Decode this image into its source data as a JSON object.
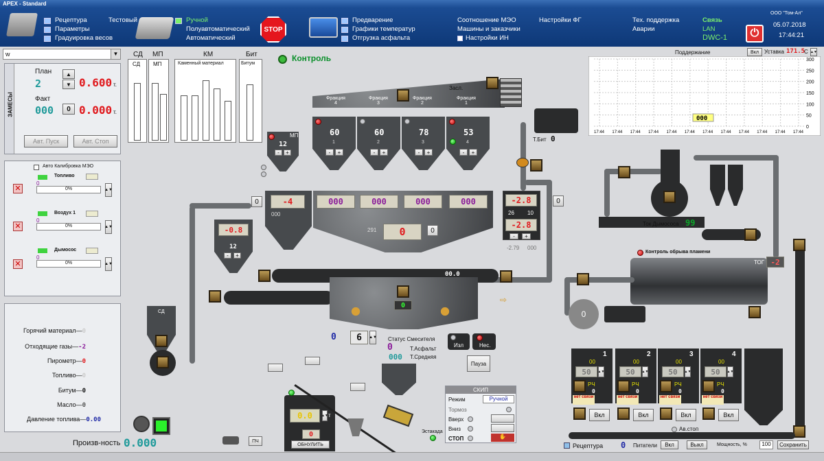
{
  "window": {
    "title": "APEX - Standard"
  },
  "menu": {
    "col1": [
      "Рецептура",
      "Параметры",
      "Градуировка весов"
    ],
    "tested": "Тестовый",
    "mode": [
      "Ручной",
      "Полуавтоматический",
      "Автоматический"
    ],
    "stop": "STOP",
    "col3": [
      "Предварение",
      "Графики температур",
      "Отгрузка асфальта"
    ],
    "col4": [
      "Соотношение МЭО",
      "Машины и заказчики",
      "Настройки ИН"
    ],
    "col5": "Настройки ФГ",
    "col6": [
      "Тех. поддержка",
      "Аварии"
    ],
    "link": [
      "Связь",
      "LAN",
      "DWC-1"
    ],
    "company": "ООО \"Том-Ал\"",
    "date": "05.07.2018",
    "time": "17:44:21"
  },
  "left": {
    "combo": "w",
    "batch_label": "ЗАМЕСЫ",
    "plan_label": "План",
    "plan_count": "2",
    "plan_value": "0.600",
    "fact_label": "Факт",
    "fact_count": "000",
    "fact_zero": "0",
    "fact_value": "0.000",
    "unit": "т.",
    "auto_start": "Авт. Пуск",
    "auto_stop": "Авт. Стоп",
    "calib": "Авто Калибровка МЭО",
    "fuel": "Топливо",
    "air": "Воздух 1",
    "smoke": "Дымосос",
    "zero": "0",
    "pct": "0%",
    "stats": [
      {
        "label": "Горячий материал",
        "value": "0"
      },
      {
        "label": "Отходящие газы",
        "value": "-2"
      },
      {
        "label": "Пирометр",
        "value": "0"
      },
      {
        "label": "Топливо",
        "value": "0"
      },
      {
        "label": "Битум",
        "value": "0"
      },
      {
        "label": "Масло",
        "value": "0"
      },
      {
        "label": "Давление топлива",
        "value": "0.00"
      }
    ],
    "productivity_label": "Произв-ность",
    "productivity": "0.000"
  },
  "bars": {
    "sd": "СД",
    "mp": "МП",
    "km": "КМ",
    "km_sub": "Каменный материал",
    "bit": "Бит",
    "bit_sub": "Битум"
  },
  "control": "Контроль",
  "fractions": [
    "Фракция 4",
    "Фракция 3",
    "Фракция 2",
    "Фракция 1"
  ],
  "zasl": "Засл.",
  "bins": [
    {
      "v": "60",
      "n": "1"
    },
    {
      "v": "60",
      "n": "2"
    },
    {
      "v": "78",
      "n": "3"
    },
    {
      "v": "53",
      "n": "4"
    }
  ],
  "mp_hopper": {
    "label": "МП",
    "value": "12"
  },
  "weigh": {
    "mp": "-4",
    "km": [
      "000",
      "000",
      "000",
      "000"
    ],
    "total": "0",
    "zero": "0",
    "sub": "291",
    "bit1": "-2.8",
    "bit2": "-2.8",
    "bit_mid": "26",
    "bit_mid2": "10",
    "bit_foot1": "-2.79",
    "bit_foot2": "000",
    "dust": "-0.8",
    "dust_sub": "12",
    "left_zero": "0",
    "right_zero": "0",
    "triple": "000"
  },
  "tbit": {
    "label": "Т.Бит",
    "value": "0"
  },
  "conveyor": "00.0",
  "mixer": {
    "value": "0",
    "status": "Статус Смесителя",
    "asphalt": "Т.Асфальт",
    "avg": "Т.Средняя",
    "asphalt_val": "0",
    "avg_val": "000",
    "count": "6",
    "blue0": "0",
    "izl": "Изл",
    "nes": "Нес.",
    "pause": "Пауза"
  },
  "burner": {
    "smoke_fan_label": "Ток Дымососа",
    "smoke_fan": "99",
    "flame": "Контроль обрыва пламени",
    "top": "ТОГ",
    "top_val": "-2",
    "drum_zero": "0"
  },
  "chart": {
    "support": "Поддержание",
    "on": "Вкл",
    "setpoint_label": "Уставка",
    "setpoint": "171.5",
    "unit": "С",
    "ticks_y": [
      "300",
      "250",
      "200",
      "150",
      "100",
      "50",
      "0"
    ],
    "ticks_x": [
      "17:44",
      "17:44",
      "17:44",
      "17:44",
      "17:44",
      "17:44",
      "17:44",
      "17:44",
      "17:44",
      "17:44",
      "17:44",
      "17:44"
    ],
    "marker": "000"
  },
  "skip": {
    "title": "СКИП",
    "mode_label": "Режим",
    "mode": "Ручной",
    "brakes": "Тормоз",
    "up": "Вверх",
    "down": "Вниз",
    "stop": "СТОП",
    "estakada": "Эстакада",
    "refresh": "ОБНУЛИТЬ",
    "weight": "0.0",
    "weight_unit": "т",
    "weight2": "0",
    "pch": "ПЧ"
  },
  "feeders": [
    {
      "n": "1"
    },
    {
      "n": "2"
    },
    {
      "n": "3"
    },
    {
      "n": "4"
    }
  ],
  "feeder": {
    "v": "50",
    "sub": "00",
    "no_link": "нет связи",
    "on": "Вкл",
    "zero": "0",
    "rch": "РЧ"
  },
  "bottom": {
    "avstop": "Ав.стоп",
    "recipe": "Рецептура",
    "recipe_val": "0",
    "feeders": "Питатели",
    "on": "Вкл",
    "off": "Выкл",
    "power_label": "Мощность, %",
    "power": "100",
    "save": "Сохранить"
  },
  "sd_label": "СД"
}
